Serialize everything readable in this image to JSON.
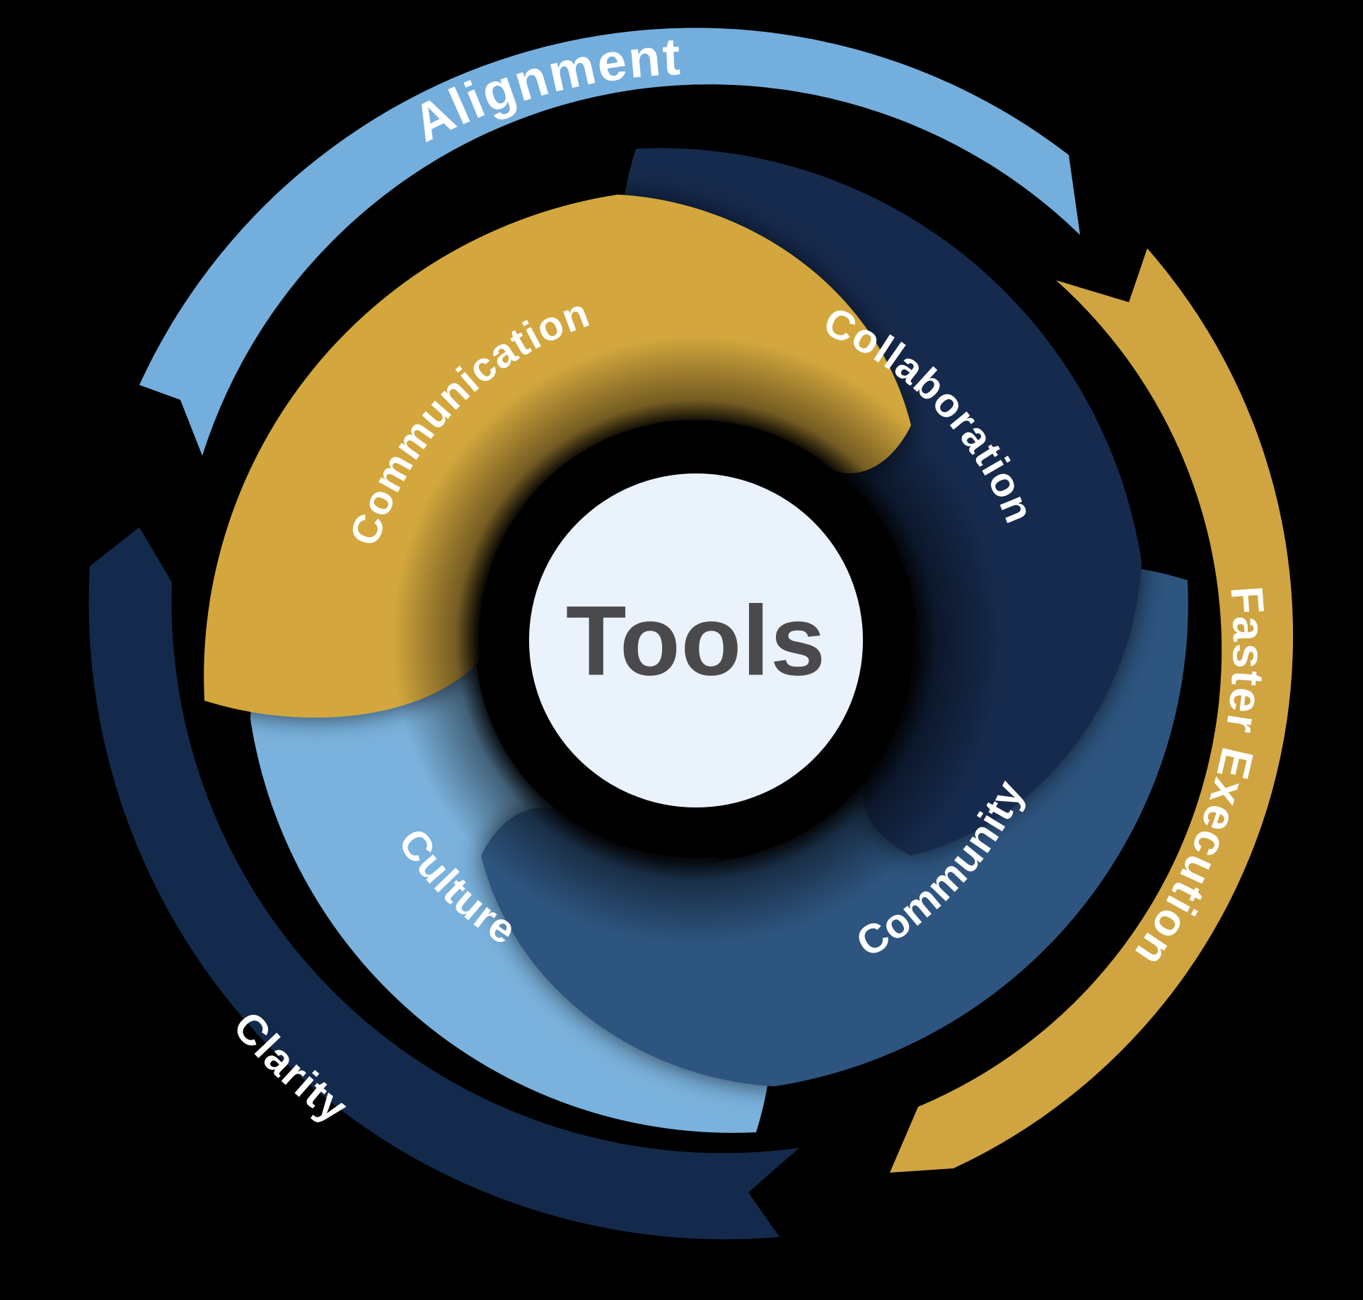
{
  "diagram": {
    "background": "#000000",
    "label_color": "#ffffff",
    "center": {
      "label": "Tools",
      "bg": "#eaf2fb",
      "text_color": "#4a4a4c"
    },
    "segments": [
      {
        "id": "communication",
        "label": "Communication",
        "color": "#d3a73e"
      },
      {
        "id": "collaboration",
        "label": "Collaboration",
        "color": "#12294e"
      },
      {
        "id": "community",
        "label": "Community",
        "color": "#2e5480"
      },
      {
        "id": "culture",
        "label": "Culture",
        "color": "#7ab2dd"
      }
    ],
    "outer_arrows": [
      {
        "id": "alignment",
        "label": "Alignment",
        "color": "#74aedd",
        "position": "top"
      },
      {
        "id": "faster-execution",
        "label": "Faster Execution",
        "color": "#d0a440",
        "position": "right"
      },
      {
        "id": "clarity",
        "label": "Clarity",
        "color": "#142a4c",
        "position": "bottom-left"
      }
    ]
  }
}
